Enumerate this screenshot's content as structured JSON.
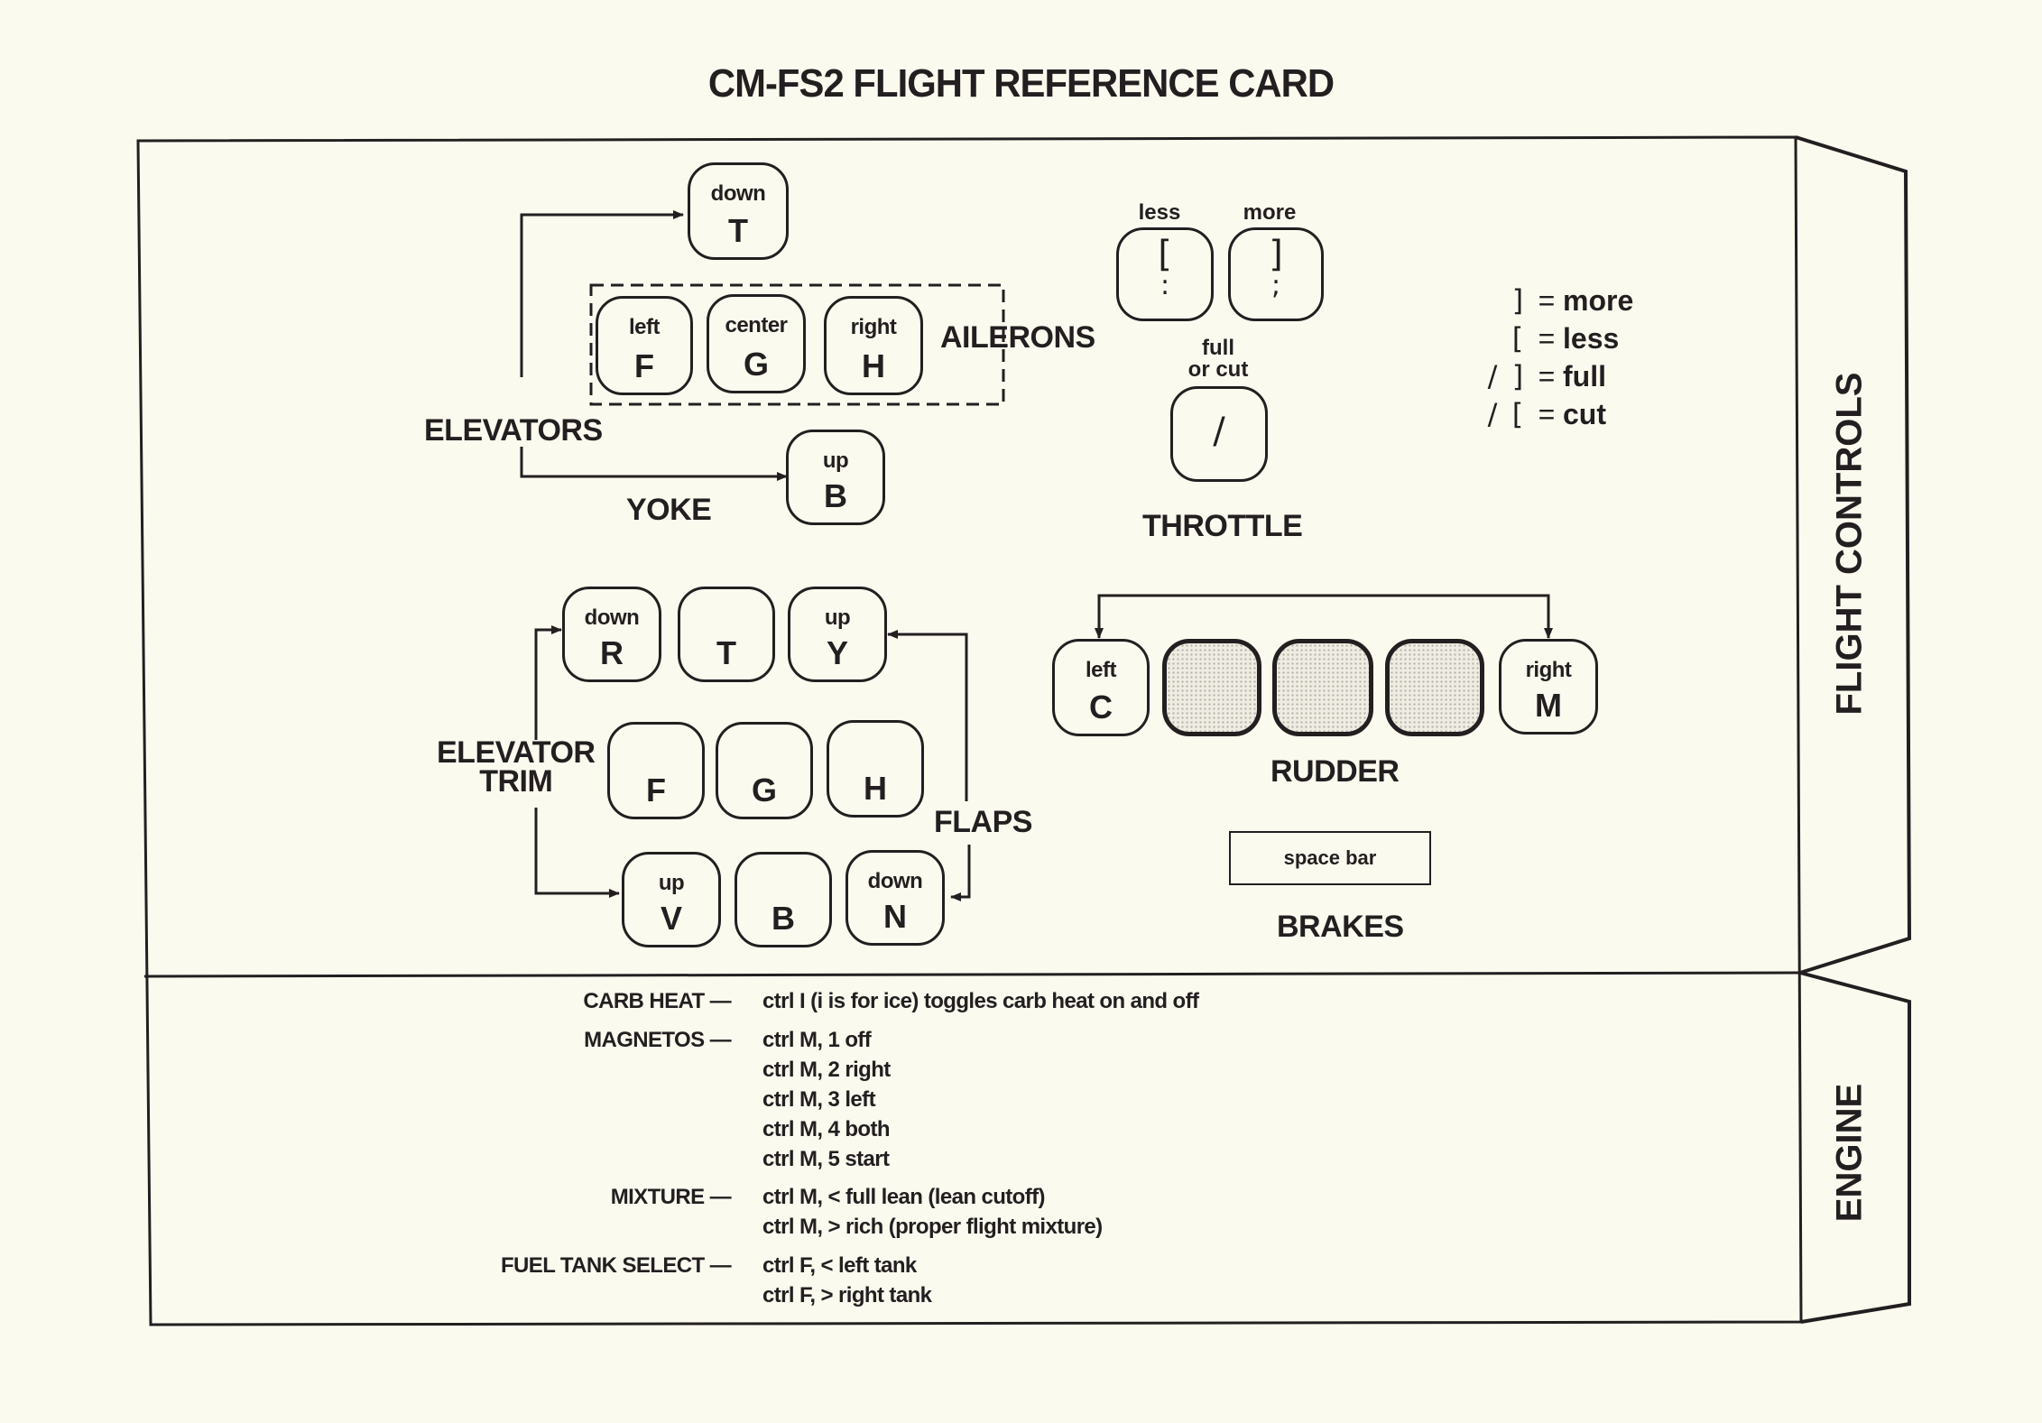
{
  "title": "CM-FS2 FLIGHT REFERENCE CARD",
  "tabs": {
    "flight_controls": "FLIGHT CONTROLS",
    "engine": "ENGINE"
  },
  "yoke": {
    "elevators_label": "ELEVATORS",
    "ailerons_label": "AILERONS",
    "yoke_label": "YOKE",
    "keys": {
      "elev_down": {
        "caption": "down",
        "letter": "T"
      },
      "ail_left": {
        "caption": "left",
        "letter": "F"
      },
      "ail_center": {
        "caption": "center",
        "letter": "G"
      },
      "ail_right": {
        "caption": "right",
        "letter": "H"
      },
      "elev_up": {
        "caption": "up",
        "letter": "B"
      }
    }
  },
  "throttle": {
    "label": "THROTTLE",
    "less_caption": "less",
    "more_caption": "more",
    "less_symbol": "[",
    "less_sub": ":",
    "more_symbol": "]",
    "more_sub": ";",
    "full_cut_caption_1": "full",
    "full_cut_caption_2": "or cut",
    "full_cut_symbol": "/"
  },
  "legend": [
    {
      "prefix": "",
      "symbol": "]",
      "eq": "=",
      "meaning": "more"
    },
    {
      "prefix": "",
      "symbol": "[",
      "eq": "=",
      "meaning": "less"
    },
    {
      "prefix": "/",
      "symbol": "]",
      "eq": "=",
      "meaning": "full"
    },
    {
      "prefix": "/",
      "symbol": "[",
      "eq": "=",
      "meaning": "cut"
    }
  ],
  "trim_flaps": {
    "elevator_trim_label_1": "ELEVATOR",
    "elevator_trim_label_2": "TRIM",
    "flaps_label": "FLAPS",
    "keys": [
      {
        "caption": "down",
        "letter": "R"
      },
      {
        "caption": "",
        "letter": "T"
      },
      {
        "caption": "up",
        "letter": "Y"
      },
      {
        "caption": "",
        "letter": "F"
      },
      {
        "caption": "",
        "letter": "G"
      },
      {
        "caption": "",
        "letter": "H"
      },
      {
        "caption": "up",
        "letter": "V"
      },
      {
        "caption": "",
        "letter": "B"
      },
      {
        "caption": "down",
        "letter": "N"
      }
    ]
  },
  "rudder": {
    "label": "RUDDER",
    "left": {
      "caption": "left",
      "letter": "C"
    },
    "right": {
      "caption": "right",
      "letter": "M"
    }
  },
  "brakes": {
    "label": "BRAKES",
    "key": "space bar"
  },
  "engine": [
    {
      "label": "CARB HEAT",
      "dash": "—",
      "lines": [
        "ctrl I (i is for ice) toggles carb heat on and off"
      ]
    },
    {
      "label": "MAGNETOS",
      "dash": "—",
      "lines": [
        "ctrl M, 1 off",
        "ctrl M, 2 right",
        "ctrl M, 3 left",
        "ctrl M, 4 both",
        "ctrl M, 5 start"
      ]
    },
    {
      "label": "MIXTURE",
      "dash": "—",
      "lines": [
        "ctrl M, < full lean (lean cutoff)",
        "ctrl M, > rich (proper flight mixture)"
      ]
    },
    {
      "label": "FUEL TANK SELECT",
      "dash": "—",
      "lines": [
        "ctrl F, < left tank",
        "ctrl F, > right tank"
      ]
    }
  ],
  "colors": {
    "paper": "#fbfaef",
    "ink": "#231f20"
  }
}
